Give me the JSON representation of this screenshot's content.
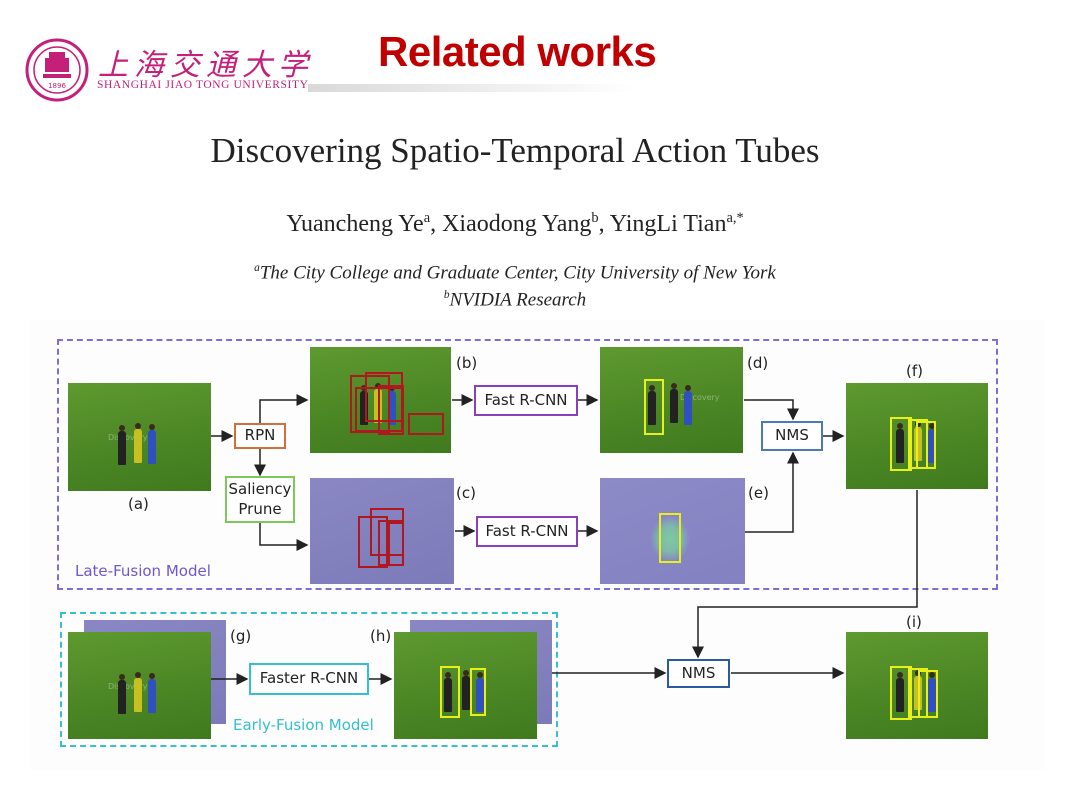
{
  "header": {
    "university_cn": "上海交通大学",
    "university_en": "SHANGHAI JIAO TONG UNIVERSITY",
    "slide_title": "Related works",
    "seal_text": "1896"
  },
  "paper": {
    "title": "Discovering Spatio-Temporal Action Tubes",
    "authors": [
      {
        "name": "Yuancheng Ye",
        "sup": "a"
      },
      {
        "name": "Xiaodong Yang",
        "sup": "b"
      },
      {
        "name": "YingLi Tian",
        "sup": "a,*"
      }
    ],
    "affiliations": [
      {
        "sup": "a",
        "text": "The City College and Graduate Center, City University of New York"
      },
      {
        "sup": "b",
        "text": "NVIDIA Research"
      }
    ]
  },
  "figure": {
    "late_fusion_label": "Late-Fusion Model",
    "early_fusion_label": "Early-Fusion Model",
    "boxes": {
      "rpn": "RPN",
      "saliency_line1": "Saliency",
      "saliency_line2": "Prune",
      "fast_rcnn_top": "Fast R-CNN",
      "fast_rcnn_bottom": "Fast R-CNN",
      "nms_late": "NMS",
      "faster_rcnn": "Faster R-CNN",
      "nms_final": "NMS"
    },
    "panel_labels": {
      "a": "(a)",
      "b": "(b)",
      "c": "(c)",
      "d": "(d)",
      "e": "(e)",
      "f": "(f)",
      "g": "(g)",
      "h": "(h)",
      "i": "(i)"
    },
    "colors": {
      "rpn_border": "#d0703a",
      "saliency_border": "#7cc95a",
      "fast_rcnn_border": "#8a3fbf",
      "nms_border": "#4a7ab8",
      "faster_rcnn_border": "#35bfcf",
      "late_fusion": "#6a5acd",
      "early_fusion": "#35bfcf",
      "proposal_box": "#b0171f",
      "detection_box": "#e8f01a"
    }
  }
}
